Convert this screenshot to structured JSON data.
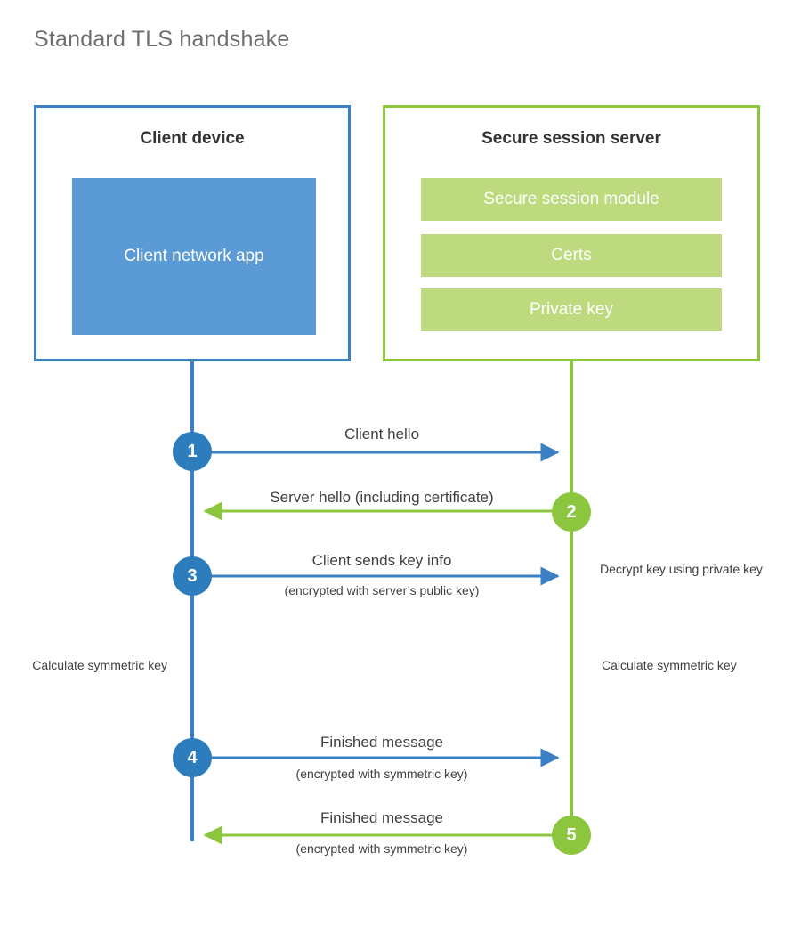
{
  "page": {
    "title": "Standard TLS handshake",
    "background_color": "#ffffff"
  },
  "colors": {
    "client_accent": "#3b7fc4",
    "client_circle": "#2d7dbd",
    "client_block_fill": "#5b9bd5",
    "server_accent": "#8cc63f",
    "server_circle": "#8cc63f",
    "server_block_fill": "#bddb7e",
    "title_text": "#6e6e6e",
    "body_text": "#3f3f3f",
    "heading_text": "#333333"
  },
  "entities": {
    "client": {
      "title": "Client device",
      "blocks": [
        {
          "label": "Client network app"
        }
      ]
    },
    "server": {
      "title": "Secure session server",
      "blocks": [
        {
          "label": "Secure session module"
        },
        {
          "label": "Certs"
        },
        {
          "label": "Private key"
        }
      ]
    }
  },
  "steps": [
    {
      "number": "1",
      "side": "client",
      "direction": "client-to-server",
      "primary_label": "Client hello",
      "secondary_label": ""
    },
    {
      "number": "2",
      "side": "server",
      "direction": "server-to-client",
      "primary_label": "Server hello (including certificate)",
      "secondary_label": ""
    },
    {
      "number": "3",
      "side": "client",
      "direction": "client-to-server",
      "primary_label": "Client sends key info",
      "secondary_label": "(encrypted with server’s public key)"
    },
    {
      "number": "4",
      "side": "client",
      "direction": "client-to-server",
      "primary_label": "Finished message",
      "secondary_label": "(encrypted with symmetric key)"
    },
    {
      "number": "5",
      "side": "server",
      "direction": "server-to-client",
      "primary_label": "Finished message",
      "secondary_label": "(encrypted with symmetric key)"
    }
  ],
  "annotations": {
    "decrypt": "Decrypt key using private key",
    "client_calculate": "Calculate symmetric key",
    "server_calculate": "Calculate symmetric key"
  }
}
